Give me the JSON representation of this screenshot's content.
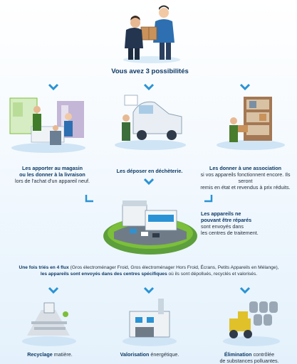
{
  "header": {
    "question": "Vous avez 3 possibilités"
  },
  "options": [
    {
      "title": "Les apporter au magasin",
      "title2": "ou les donner à la livraison",
      "desc": "lors de l'achat d'un appareil neuf."
    },
    {
      "title": "Les déposer en déchèterie.",
      "title2": "",
      "desc": ""
    },
    {
      "title": "Les donner à une association",
      "desc1": "si vos appareils fonctionnent encore. Ils seront",
      "desc2": "remis en état et revendus à prix réduits."
    }
  ],
  "center": {
    "line1": "Les appareils ne",
    "line2": "pouvant être réparés",
    "line3": "sont envoyés dans",
    "line4": "les centres de traitement."
  },
  "flux": {
    "line1_bold": "Une fois triés en 4 flux",
    "line1_rest": " (Gros électroménager Froid, Gros électroménager Hors Froid, Écrans, Petits Appareils en Mélange),",
    "line2_bold": "les appareils sont envoyés dans des centres spécifiques",
    "line2_rest": " où ils sont dépollués, recyclés et valorisés."
  },
  "outcomes": [
    {
      "title": "Recyclage",
      "rest": " matière."
    },
    {
      "title": "Valorisation",
      "rest": " énergétique."
    },
    {
      "title": "Élimination",
      "rest": " contrôlée",
      "line2": "de substances polluantes."
    }
  ],
  "colors": {
    "accent": "#2a93d5",
    "dark": "#0e3a66",
    "green": "#7cbf3a"
  }
}
